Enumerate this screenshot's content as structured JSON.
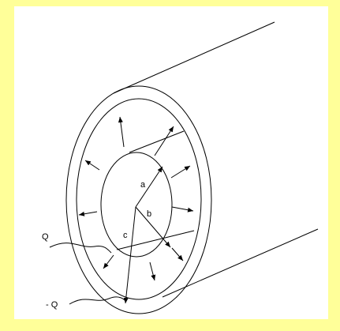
{
  "colors": {
    "background_border": "#ffff99",
    "panel": "#ffffff",
    "stroke": "#000000"
  },
  "labels": {
    "inner_radius": "a",
    "middle_radius": "b",
    "outer_radius": "c",
    "inner_charge": "Q",
    "outer_charge": "- Q"
  }
}
